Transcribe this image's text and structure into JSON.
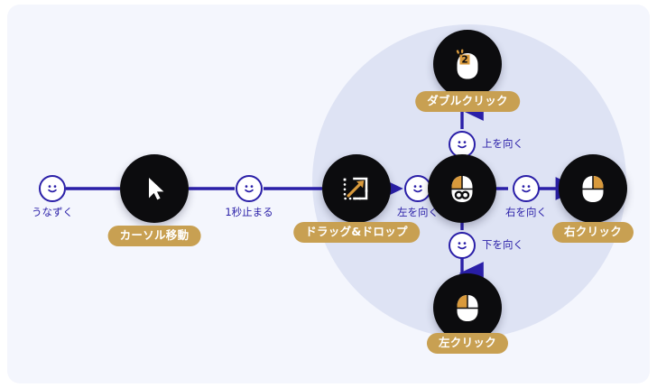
{
  "diagram": {
    "title": "cursor-action-state-diagram",
    "colors": {
      "canvas_background": "#f4f6fd",
      "hub_disc": "#dee3f4",
      "node_fill": "#0c0c0e",
      "connector": "#2a1fa8",
      "pill_background": "#c8a052",
      "pill_text": "#ffffff",
      "accent_orange": "#d99a3c",
      "icon_white": "#ffffff"
    },
    "nodes": [
      {
        "id": "nod",
        "kind": "state",
        "icon": "smiley-face-icon",
        "caption": "うなずく"
      },
      {
        "id": "cursor-move",
        "kind": "action",
        "icon": "cursor-arrow-icon",
        "pill": "カーソル移動"
      },
      {
        "id": "pause-one-second",
        "kind": "state",
        "icon": "smiley-face-icon",
        "caption": "1秒止まる"
      },
      {
        "id": "drag-and-drop",
        "kind": "action",
        "icon": "drag-drop-icon",
        "pill": "ドラッグ&ドロップ"
      },
      {
        "id": "face-left",
        "kind": "state",
        "icon": "smiley-face-icon",
        "caption": "左を向く"
      },
      {
        "id": "hub",
        "kind": "action",
        "icon": "mouse-infinity-icon",
        "pill": ""
      },
      {
        "id": "face-right",
        "kind": "state",
        "icon": "smiley-face-icon",
        "caption": "右を向く"
      },
      {
        "id": "right-click",
        "kind": "action",
        "icon": "mouse-right-button-icon",
        "pill": "右クリック"
      },
      {
        "id": "face-up",
        "kind": "state",
        "icon": "smiley-face-icon",
        "caption": "上を向く"
      },
      {
        "id": "double-click",
        "kind": "action",
        "icon": "mouse-double-click-icon",
        "pill": "ダブルクリック"
      },
      {
        "id": "face-down",
        "kind": "state",
        "icon": "smiley-face-icon",
        "caption": "下を向く"
      },
      {
        "id": "left-click",
        "kind": "action",
        "icon": "mouse-left-button-icon",
        "pill": "左クリック"
      }
    ],
    "labels": {
      "nod": "うなずく",
      "cursor_move": "カーソル移動",
      "pause_one_second": "1秒止まる",
      "drag_and_drop": "ドラッグ&ドロップ",
      "face_left": "左を向く",
      "face_right": "右を向く",
      "right_click": "右クリック",
      "face_up": "上を向く",
      "double_click": "ダブルクリック",
      "face_down": "下を向く",
      "left_click": "左クリック",
      "double_click_badge": "2"
    }
  }
}
